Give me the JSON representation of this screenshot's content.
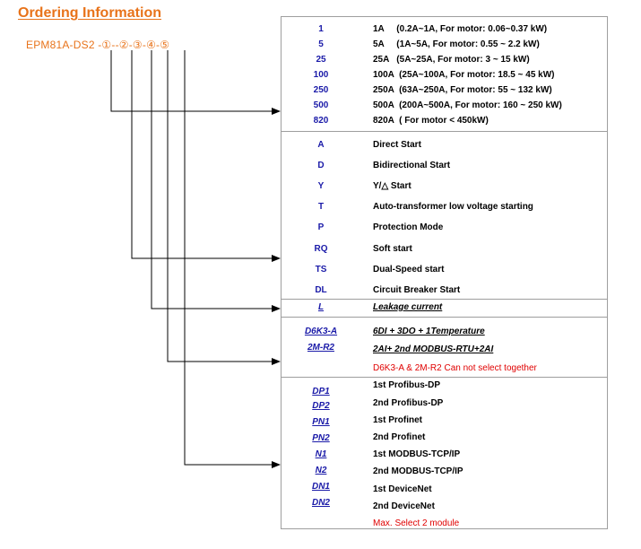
{
  "header": {
    "title": "Ordering Information",
    "model": "EPM81A-DS2 -①--②-③-④-⑤"
  },
  "current": {
    "codes": [
      "1",
      "5",
      "25",
      "100",
      "250",
      "500",
      "820"
    ],
    "descs": [
      "1A     (0.2A~1A, For motor: 0.06~0.37 kW)",
      "5A     (1A~5A, For motor: 0.55 ~ 2.2 kW)",
      "25A   (5A~25A, For motor: 3 ~ 15 kW)",
      "100A  (25A~100A, For motor: 18.5 ~ 45 kW)",
      "250A  (63A~250A, For motor: 55 ~ 132 kW)",
      "500A  (200A~500A, For motor: 160 ~ 250 kW)",
      "820A  ( For motor < 450kW)"
    ]
  },
  "mode": {
    "codes": [
      "A",
      "D",
      "Y",
      "T",
      "P",
      "RQ",
      "TS",
      "DL"
    ],
    "descs": [
      "Direct Start",
      "Bidirectional Start",
      "Y/△ Start",
      "Auto-transformer low voltage starting",
      "Protection Mode",
      "Soft start",
      "Dual-Speed start",
      "Circuit Breaker Start"
    ]
  },
  "leakage": {
    "code": "L",
    "desc": "Leakage current"
  },
  "io": {
    "codes": [
      "D6K3-A",
      "2M-R2"
    ],
    "descs": [
      "6DI + 3DO + 1Temperature",
      "2AI+ 2nd MODBUS-RTU+2AI"
    ],
    "note": "D6K3-A & 2M-R2 Can not select together"
  },
  "comm": {
    "codes": [
      "DP1",
      "DP2",
      "PN1",
      "PN2",
      "N1",
      "N2",
      "DN1",
      "DN2"
    ],
    "descs": [
      "1st Profibus-DP",
      "2nd Profibus-DP",
      "1st Profinet",
      "2nd Profinet",
      "1st MODBUS-TCP/IP",
      "2nd MODBUS-TCP/IP",
      "1st DeviceNet",
      "2nd DeviceNet"
    ],
    "note": "Max. Select 2 module"
  }
}
